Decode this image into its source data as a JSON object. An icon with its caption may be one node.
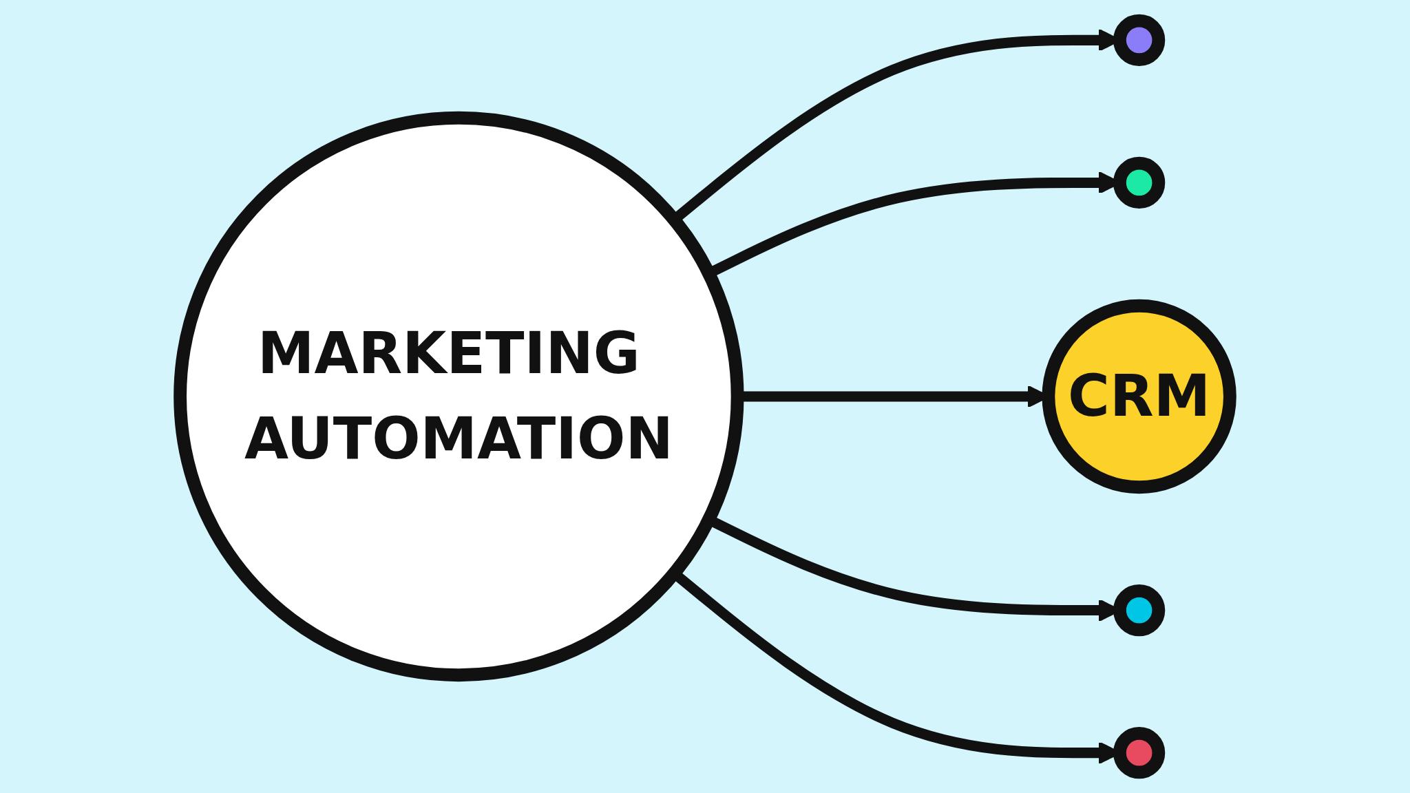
{
  "diagram": {
    "nodes": [
      {
        "text": [
          "MARKETING AUTOMATION"
        ]
      },
      {
        "text": [],
        "shape": "circle"
      },
      {
        "text": [],
        "shape": "circle"
      },
      {
        "text": [
          "CRM"
        ]
      },
      {
        "text": [],
        "shape": "circle"
      },
      {
        "text": [],
        "shape": "circle"
      }
    ],
    "edges": [
      {
        "from": 0,
        "to": 1,
        "arrow": "to"
      },
      {
        "from": 0,
        "to": 2,
        "arrow": "to"
      },
      {
        "from": 0,
        "to": 3,
        "arrow": "to"
      },
      {
        "from": 0,
        "to": 4,
        "arrow": "to"
      },
      {
        "from": 0,
        "to": 5,
        "arrow": "to"
      }
    ]
  }
}
